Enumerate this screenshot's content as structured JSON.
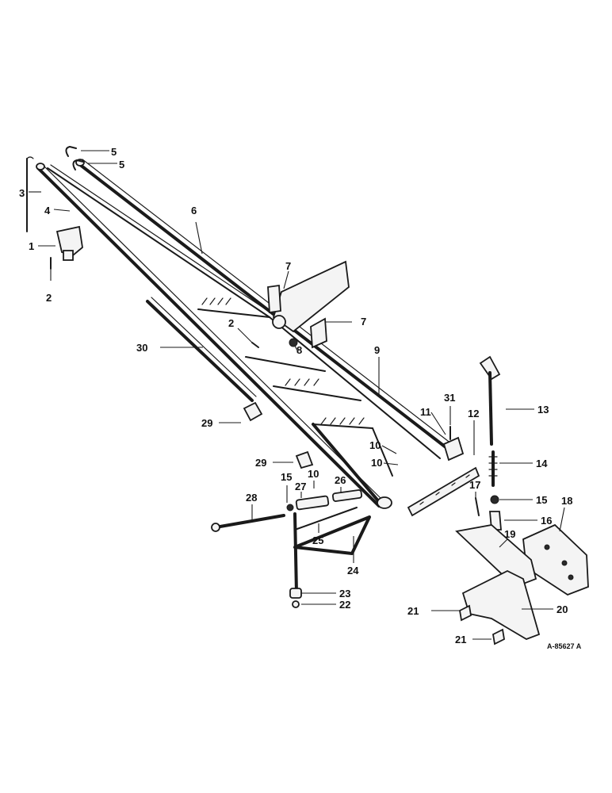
{
  "diagram": {
    "reference_code": "A-85627 A",
    "callouts": [
      "1",
      "2",
      "2",
      "3",
      "4",
      "5",
      "5",
      "6",
      "7",
      "7",
      "8",
      "9",
      "10",
      "10",
      "10",
      "11",
      "12",
      "13",
      "14",
      "15",
      "15",
      "16",
      "17",
      "18",
      "19",
      "20",
      "21",
      "21",
      "22",
      "23",
      "24",
      "25",
      "26",
      "27",
      "28",
      "29",
      "29",
      "30",
      "31"
    ]
  }
}
